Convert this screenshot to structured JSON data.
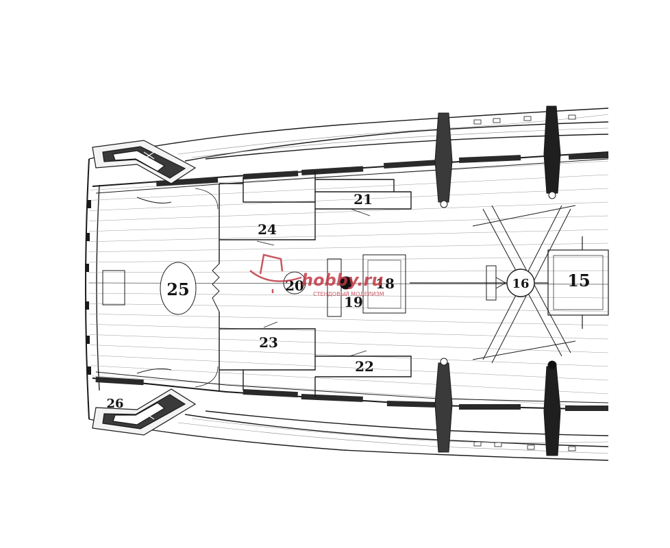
{
  "drawing": {
    "subject": "ship deck plan",
    "callouts": {
      "n15": "15",
      "n16": "16",
      "n18": "18",
      "n19": "19",
      "n20": "20",
      "n21": "21",
      "n22": "22",
      "n23": "23",
      "n24": "24",
      "n25": "25",
      "n26": "26"
    }
  },
  "watermark": {
    "brand": "hobby.ru",
    "tagline": "СТЕНДОВЫЙ МОДЕЛИЗМ",
    "color": "#c03a46",
    "icon": "ship-logo-icon"
  },
  "colors": {
    "ink": "#151515",
    "plank_line": "#9a9a9a",
    "paper": "#ffffff"
  }
}
